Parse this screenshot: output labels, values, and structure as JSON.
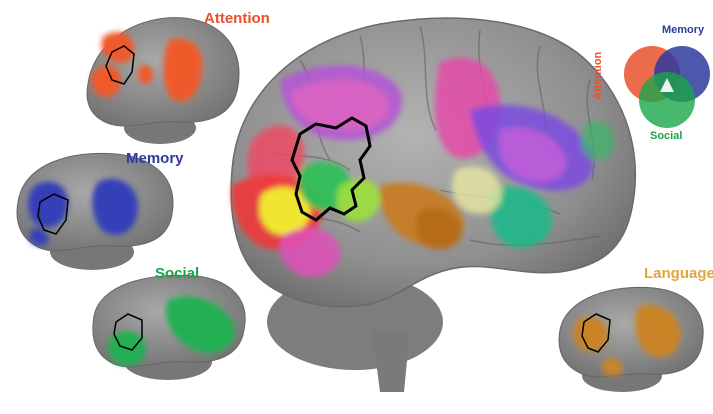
{
  "labels": {
    "attention": "Attention",
    "memory": "Memory",
    "social": "Social",
    "language": "Language"
  },
  "legend": {
    "memory": "Memory",
    "attention": "Attention",
    "social": "Social"
  },
  "colors": {
    "attention": "#e8522a",
    "memory": "#2e3a9e",
    "social": "#1aa64a",
    "language": "#e3a43a",
    "brain": "#8c8c8c",
    "outline": "#000000"
  }
}
